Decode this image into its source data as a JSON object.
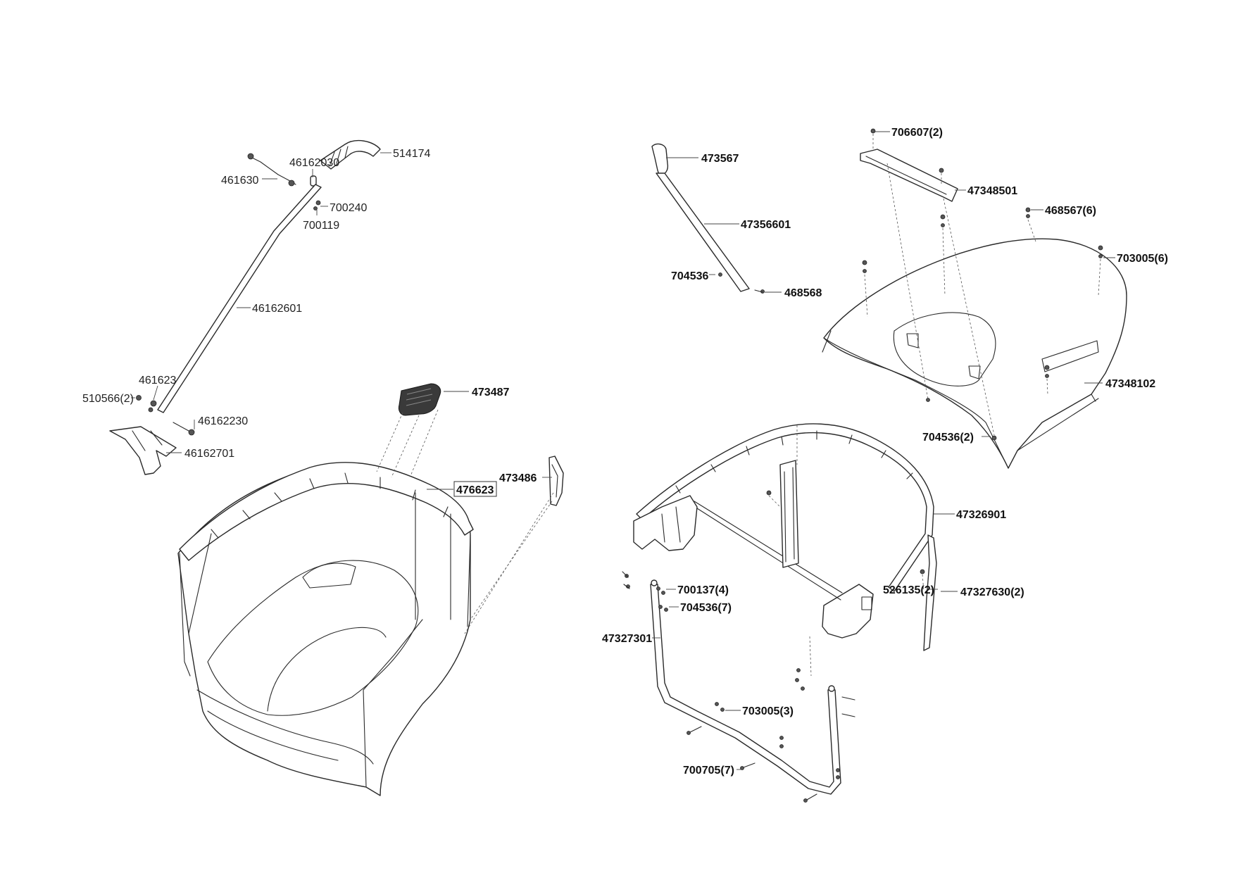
{
  "labels": {
    "p514174": "514174",
    "p46162030": "46162030",
    "p461630": "461630",
    "p700240": "700240",
    "p700119": "700119",
    "p46162601": "46162601",
    "p461623": "461623",
    "p510566": "510566(2)",
    "p46162230": "46162230",
    "p46162701": "46162701",
    "p473487": "473487",
    "p473486": "473486",
    "p476623": "476623",
    "p473567": "473567",
    "p47356601": "47356601",
    "p704536": "704536",
    "p468568": "468568",
    "p706607": "706607(2)",
    "p47348501": "47348501",
    "p468567": "468567(6)",
    "p703005_6": "703005(6)",
    "p47348102": "47348102",
    "p704536_2": "704536(2)",
    "p47326901": "47326901",
    "p526135": "526135(2)",
    "p47327630": "47327630(2)",
    "p700137": "700137(4)",
    "p704536_7": "704536(7)",
    "p47327301": "47327301",
    "p703005_3": "703005(3)",
    "p700705": "700705(7)"
  }
}
